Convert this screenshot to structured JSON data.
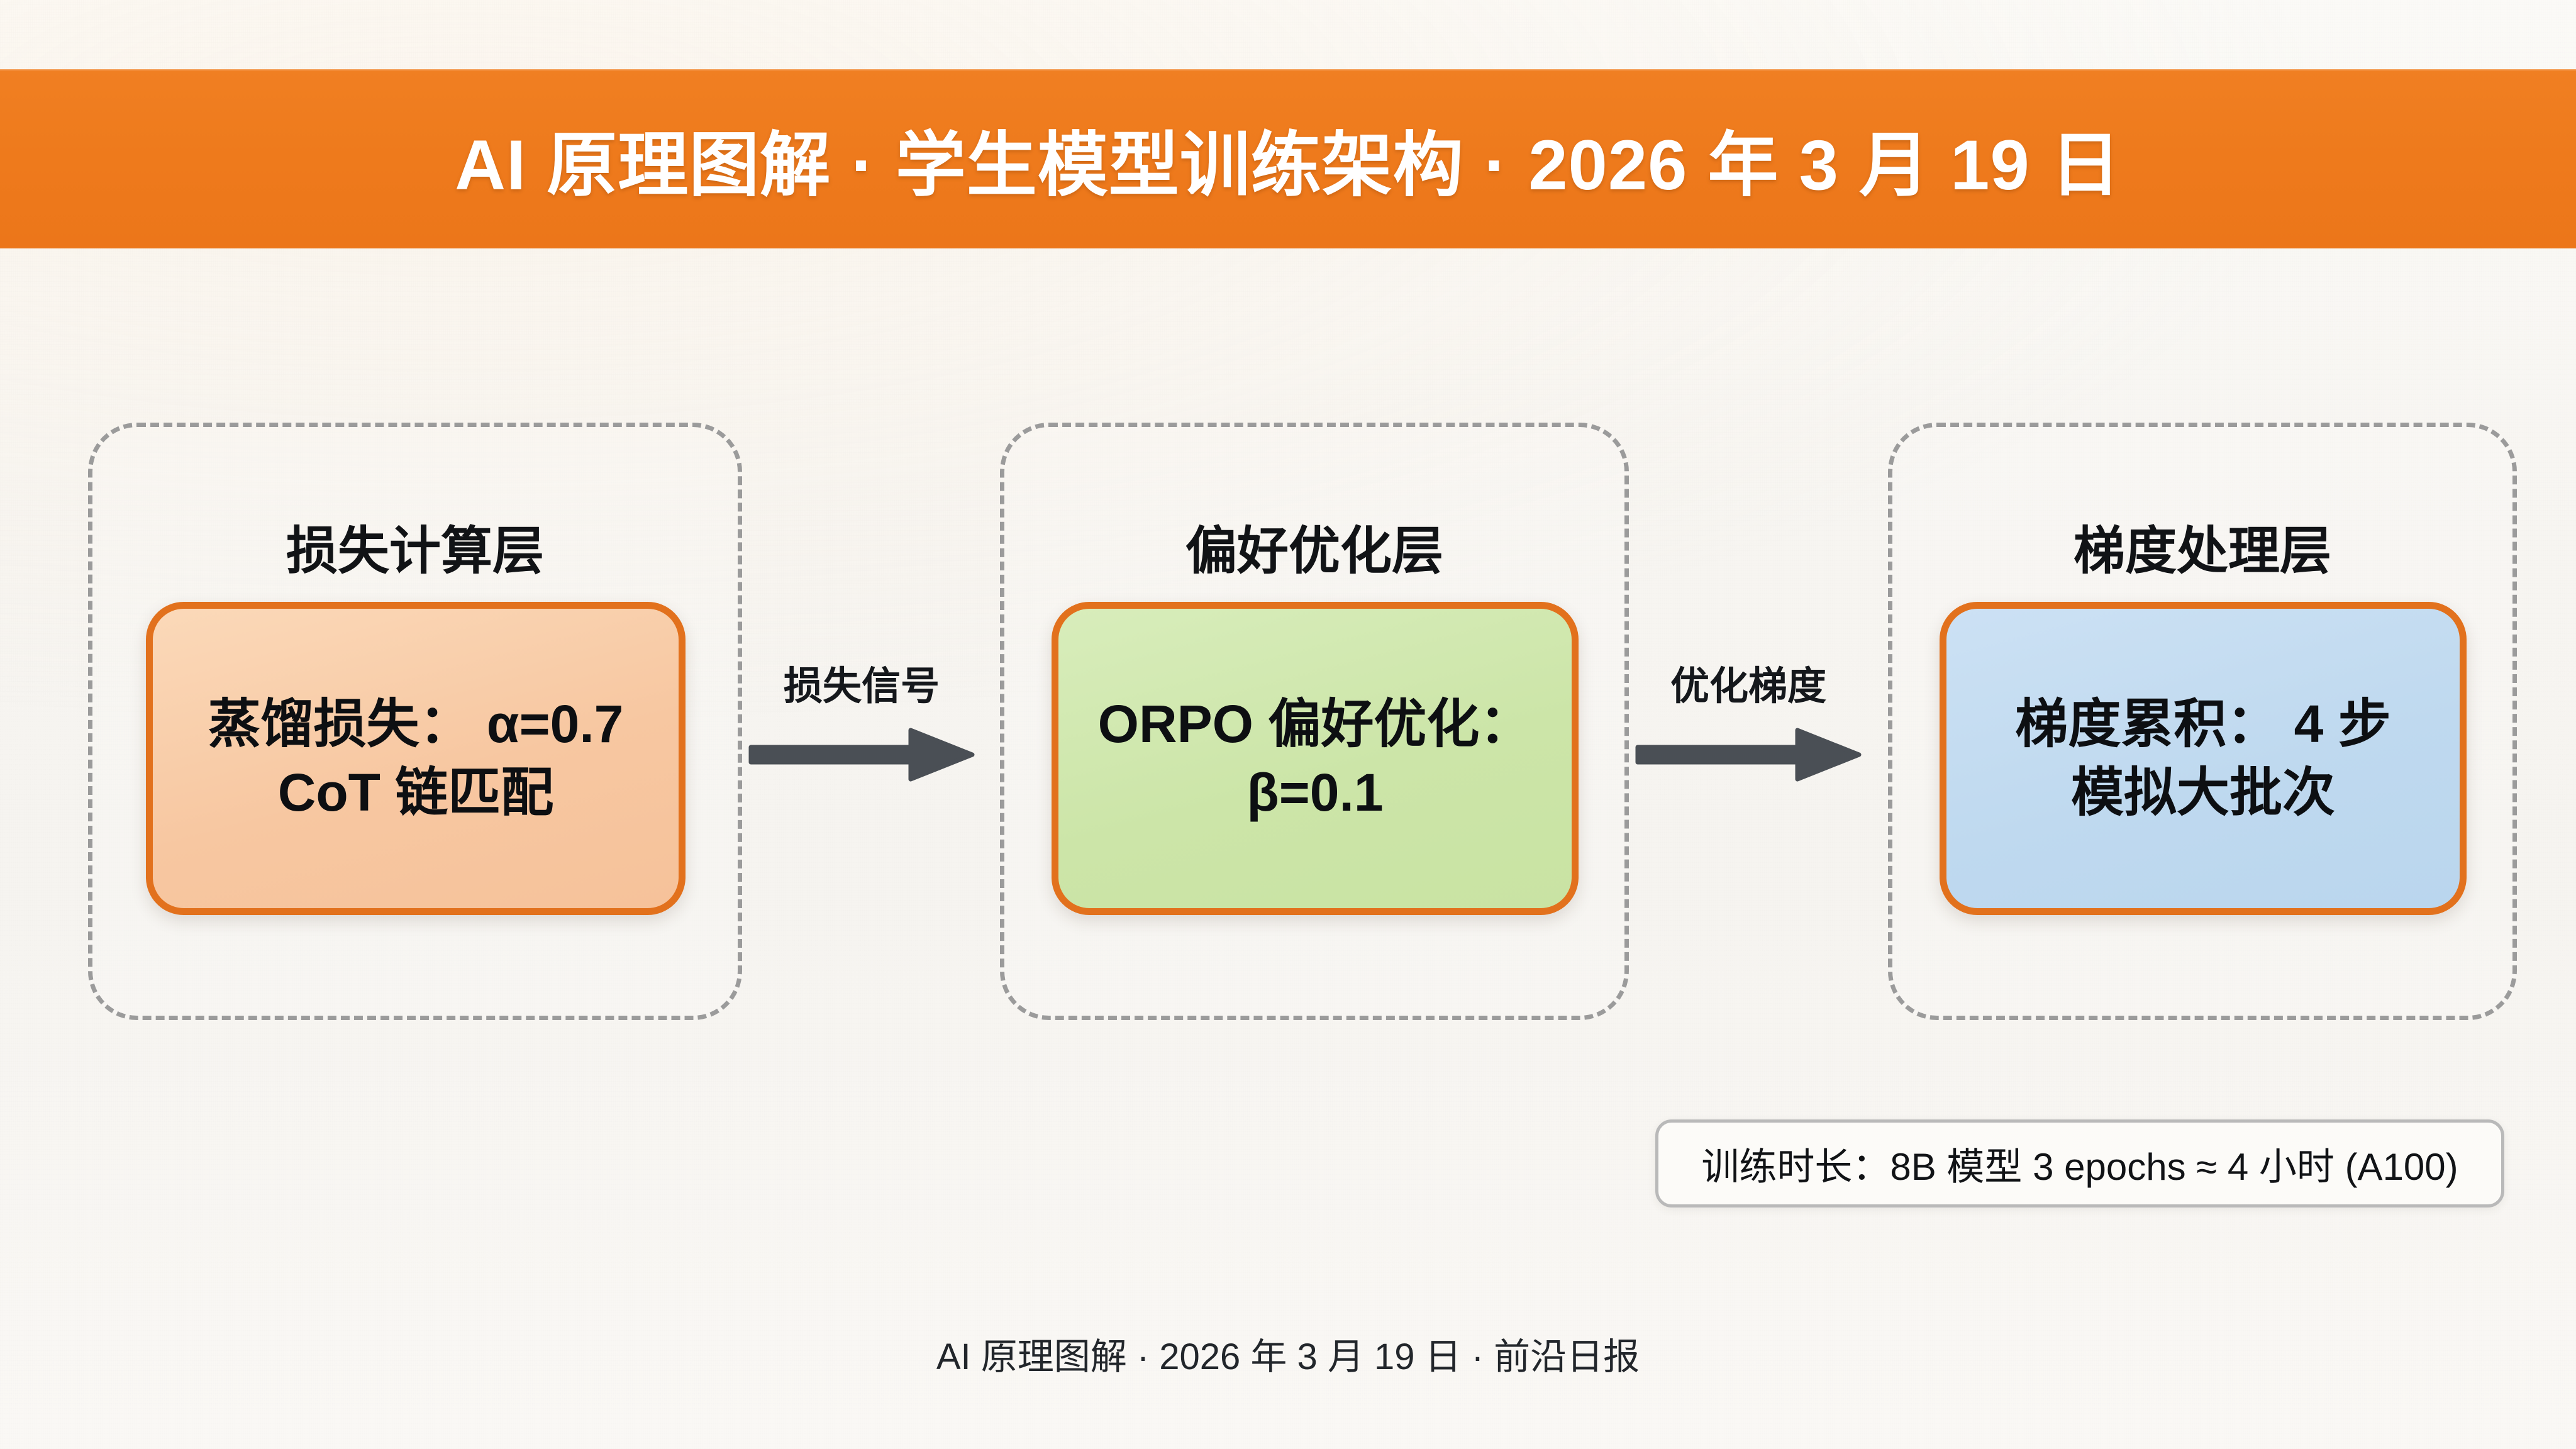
{
  "header": {
    "title": "AI 原理图解  ·  学生模型训练架构 · 2026 年 3 月 19 日",
    "band_color": "#ee7a1c"
  },
  "diagram": {
    "type": "flow",
    "orientation": "left-to-right",
    "groups": [
      {
        "id": "loss-layer",
        "title": "损失计算层",
        "node": {
          "id": "distill-loss",
          "lines": [
            "蒸馏损失： α=0.7",
            "CoT 链匹配"
          ],
          "fill": "#f7c7a1",
          "border": "#e2711d"
        }
      },
      {
        "id": "preference-layer",
        "title": "偏好优化层",
        "node": {
          "id": "orpo",
          "lines": [
            "ORPO 偏好优化：",
            "β=0.1"
          ],
          "fill": "#cce5a8",
          "border": "#e2711d"
        }
      },
      {
        "id": "gradient-layer",
        "title": "梯度处理层",
        "node": {
          "id": "grad-accum",
          "lines": [
            "梯度累积： 4 步",
            "模拟大批次"
          ],
          "fill": "#bfd9ef",
          "border": "#e2711d"
        }
      }
    ],
    "arrows": [
      {
        "id": "arrow-loss-signal",
        "label": "损失信号",
        "from": "loss-layer",
        "to": "preference-layer",
        "color": "#4a4f55"
      },
      {
        "id": "arrow-opt-gradient",
        "label": "优化梯度",
        "from": "preference-layer",
        "to": "gradient-layer",
        "color": "#4a4f55"
      }
    ]
  },
  "info_note": {
    "text": "训练时长：8B 模型 3 epochs ≈ 4 小时 (A100)"
  },
  "footer": {
    "text": "AI 原理图解 · 2026 年 3 月 19 日 · 前沿日报"
  }
}
